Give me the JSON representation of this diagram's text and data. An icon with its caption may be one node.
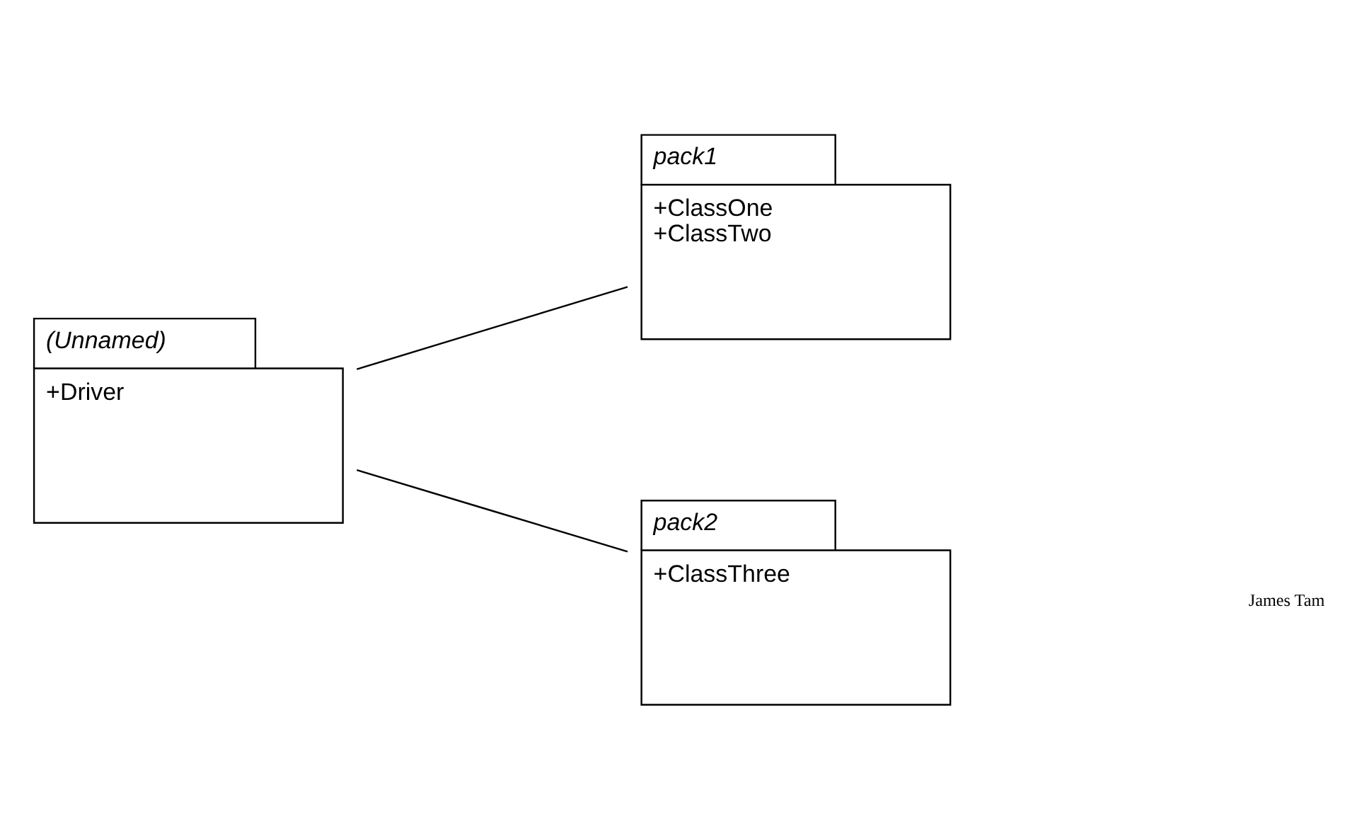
{
  "diagram": {
    "nodes": [
      {
        "text": [
          "(Unnamed)",
          "+Driver"
        ]
      },
      {
        "text": [
          "pack1",
          "+ClassOne",
          "+ClassTwo"
        ]
      },
      {
        "text": [
          "pack2",
          "+ClassThree"
        ]
      }
    ],
    "edges": [
      {
        "from": 0,
        "to": 1,
        "arrow": "none"
      },
      {
        "from": 0,
        "to": 2,
        "arrow": "none"
      }
    ],
    "labels": [
      "James Tam"
    ]
  }
}
